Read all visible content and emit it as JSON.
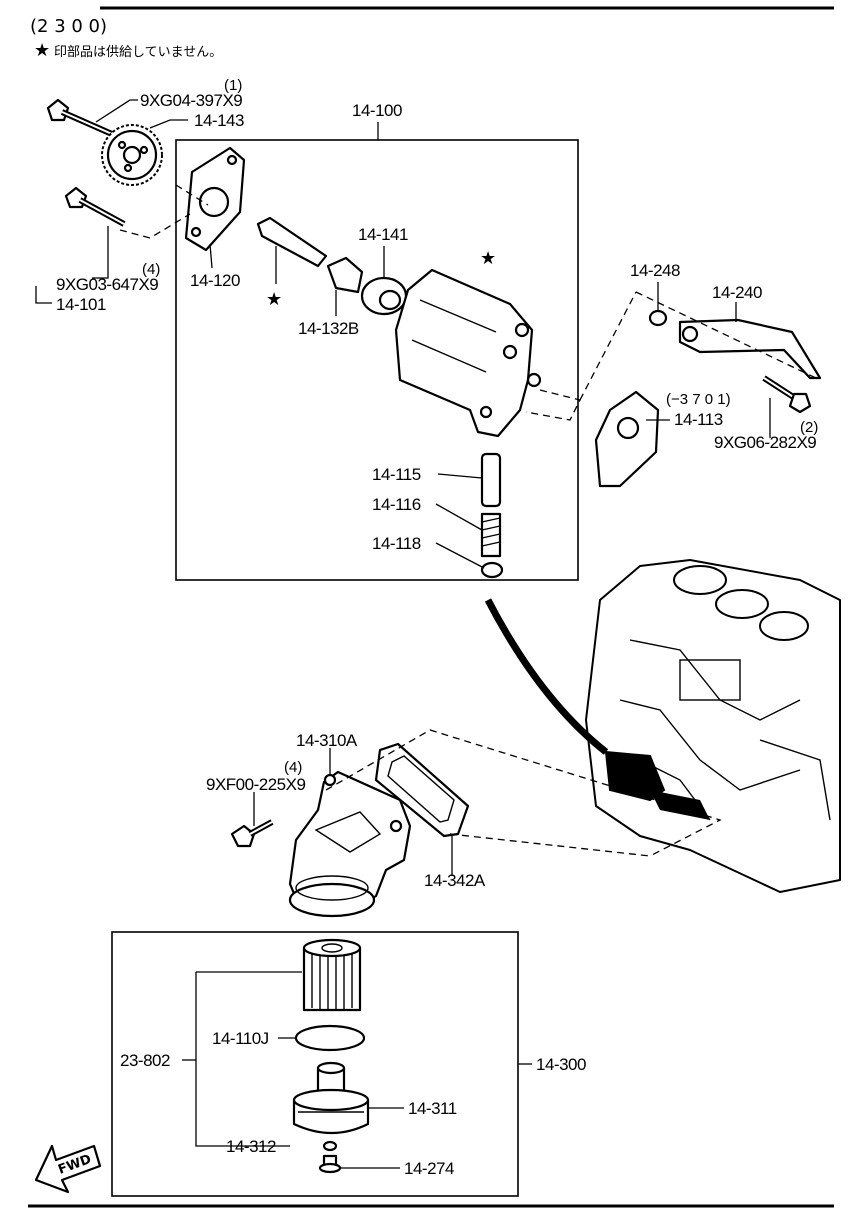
{
  "header": {
    "code": "(2 3 0 0)",
    "note": "印部品は供給していません。",
    "star_symbol": "★"
  },
  "labels": {
    "p_9xg04": "9XG04-397X9",
    "q_9xg04": "(1)",
    "p_14143": "14-143",
    "p_14100": "14-100",
    "p_9xg03": "9XG03-647X9",
    "q_9xg03": "(4)",
    "p_14101": "14-101",
    "p_14120": "14-120",
    "p_14141": "14-141",
    "p_14132b": "14-132B",
    "p_14248": "14-248",
    "p_14240": "14-240",
    "p_14113_range": "(−3 7 0 1)",
    "p_14113": "14-113",
    "q_9xg06": "(2)",
    "p_9xg06": "9XG06-282X9",
    "p_14115": "14-115",
    "p_14116": "14-116",
    "p_14118": "14-118",
    "p_14310a": "14-310A",
    "q_9xf00": "(4)",
    "p_9xf00": "9XF00-225X9",
    "p_14342a": "14-342A",
    "p_14110j": "14-110J",
    "p_23802": "23-802",
    "p_14300": "14-300",
    "p_14311": "14-311",
    "p_14312": "14-312",
    "p_14274": "14-274",
    "fwd": "FWD"
  }
}
